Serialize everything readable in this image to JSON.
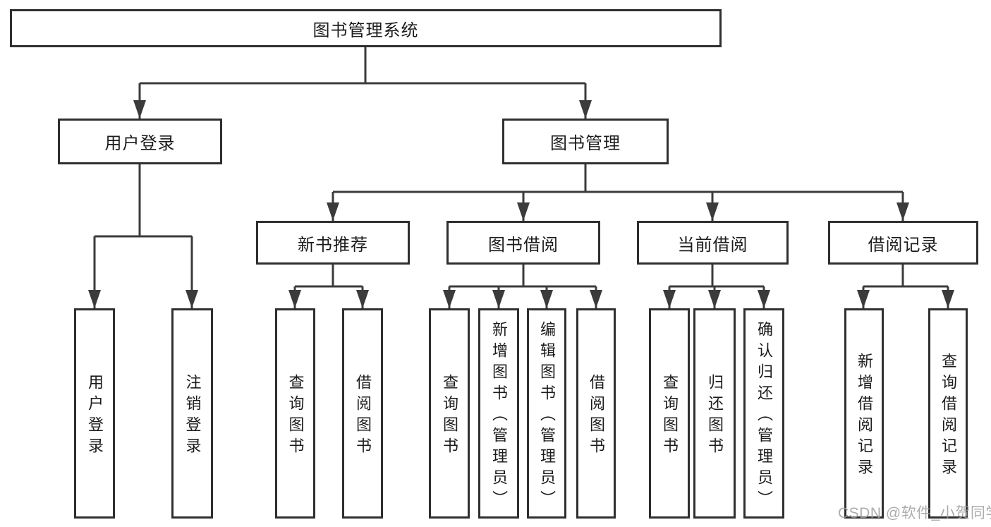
{
  "diagram": {
    "tree": {
      "label": "图书管理系统",
      "children": [
        {
          "label": "用户登录",
          "children": [
            {
              "label": "用户登录"
            },
            {
              "label": "注销登录"
            }
          ]
        },
        {
          "label": "图书管理",
          "children": [
            {
              "label": "新书推荐",
              "children": [
                {
                  "label": "查询图书"
                },
                {
                  "label": "借阅图书"
                }
              ]
            },
            {
              "label": "图书借阅",
              "children": [
                {
                  "label": "查询图书"
                },
                {
                  "label": "新增图书（管理员）"
                },
                {
                  "label": "编辑图书（管理员）"
                },
                {
                  "label": "借阅图书"
                }
              ]
            },
            {
              "label": "当前借阅",
              "children": [
                {
                  "label": "查询图书"
                },
                {
                  "label": "归还图书"
                },
                {
                  "label": "确认归还（管理员）"
                }
              ]
            },
            {
              "label": "借阅记录",
              "children": [
                {
                  "label": "新增借阅记录"
                },
                {
                  "label": "查询借阅记录"
                }
              ]
            }
          ]
        }
      ]
    },
    "colors": {
      "line": "#3b3b3b",
      "box_border": "#2f2f2f",
      "text": "#1c1c1c",
      "background": "#ffffff",
      "watermark": "#9e9e9e"
    }
  },
  "watermark": {
    "text": "CSDN @软件_小贺同学"
  }
}
